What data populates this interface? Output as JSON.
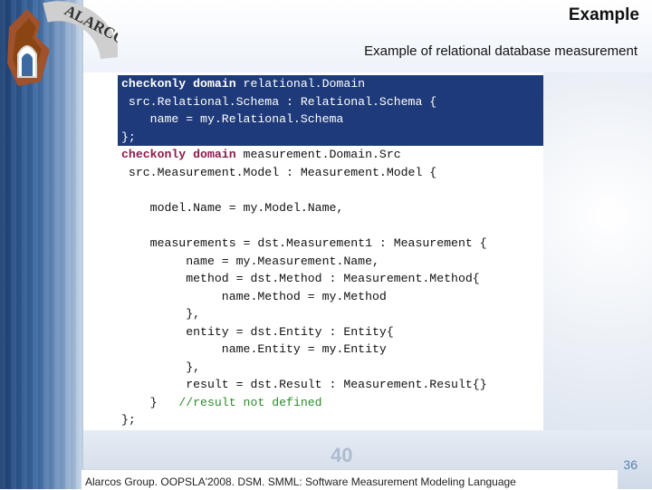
{
  "slide": {
    "title": "Example",
    "subtitle": "Example of relational database measurement",
    "page_number": "36",
    "footer": "Alarcos Group. OOPSLA'2008. DSM. SMML: Software Measurement Modeling Language",
    "logo_text": "ALARCOS",
    "background_number": "40"
  },
  "code": {
    "lines": [
      {
        "kw": "checkonly domain",
        "rest": " relational.Domain",
        "highlight": true,
        "indent": ""
      },
      {
        "kw": "",
        "rest": "src.Relational.Schema : Relational.Schema {",
        "highlight": true,
        "indent": " "
      },
      {
        "kw": "",
        "rest": "name = my.Relational.Schema",
        "highlight": true,
        "indent": "    "
      },
      {
        "kw": "",
        "rest": "};",
        "highlight": true,
        "indent": ""
      },
      {
        "kw": "checkonly domain",
        "rest": " measurement.Domain.Src",
        "highlight": false,
        "indent": ""
      },
      {
        "kw": "",
        "rest": "src.Measurement.Model : Measurement.Model {",
        "highlight": false,
        "indent": " "
      },
      {
        "kw": "",
        "rest": "",
        "highlight": false,
        "indent": ""
      },
      {
        "kw": "",
        "rest": "model.Name = my.Model.Name,",
        "highlight": false,
        "indent": "    "
      },
      {
        "kw": "",
        "rest": "",
        "highlight": false,
        "indent": ""
      },
      {
        "kw": "",
        "rest": "measurements = dst.Measurement1 : Measurement {",
        "highlight": false,
        "indent": "    "
      },
      {
        "kw": "",
        "rest": "name = my.Measurement.Name,",
        "highlight": false,
        "indent": "         "
      },
      {
        "kw": "",
        "rest": "method = dst.Method : Measurement.Method{",
        "highlight": false,
        "indent": "         "
      },
      {
        "kw": "",
        "rest": "name.Method = my.Method",
        "highlight": false,
        "indent": "              "
      },
      {
        "kw": "",
        "rest": "},",
        "highlight": false,
        "indent": "         "
      },
      {
        "kw": "",
        "rest": "entity = dst.Entity : Entity{",
        "highlight": false,
        "indent": "         "
      },
      {
        "kw": "",
        "rest": "name.Entity = my.Entity",
        "highlight": false,
        "indent": "              "
      },
      {
        "kw": "",
        "rest": "},",
        "highlight": false,
        "indent": "         "
      },
      {
        "kw": "",
        "rest": "result = dst.Result : Measurement.Result{}",
        "highlight": false,
        "indent": "         "
      },
      {
        "kw": "",
        "rest": "}",
        "highlight": false,
        "indent": "    ",
        "comment": "   //result not defined"
      },
      {
        "kw": "",
        "rest": "};",
        "highlight": false,
        "indent": ""
      }
    ]
  },
  "colors": {
    "code_highlight": "#1e3a7a",
    "keyword": "#8b1a4a",
    "comment": "#2e8b2e",
    "page_number": "#5a7fb5"
  }
}
